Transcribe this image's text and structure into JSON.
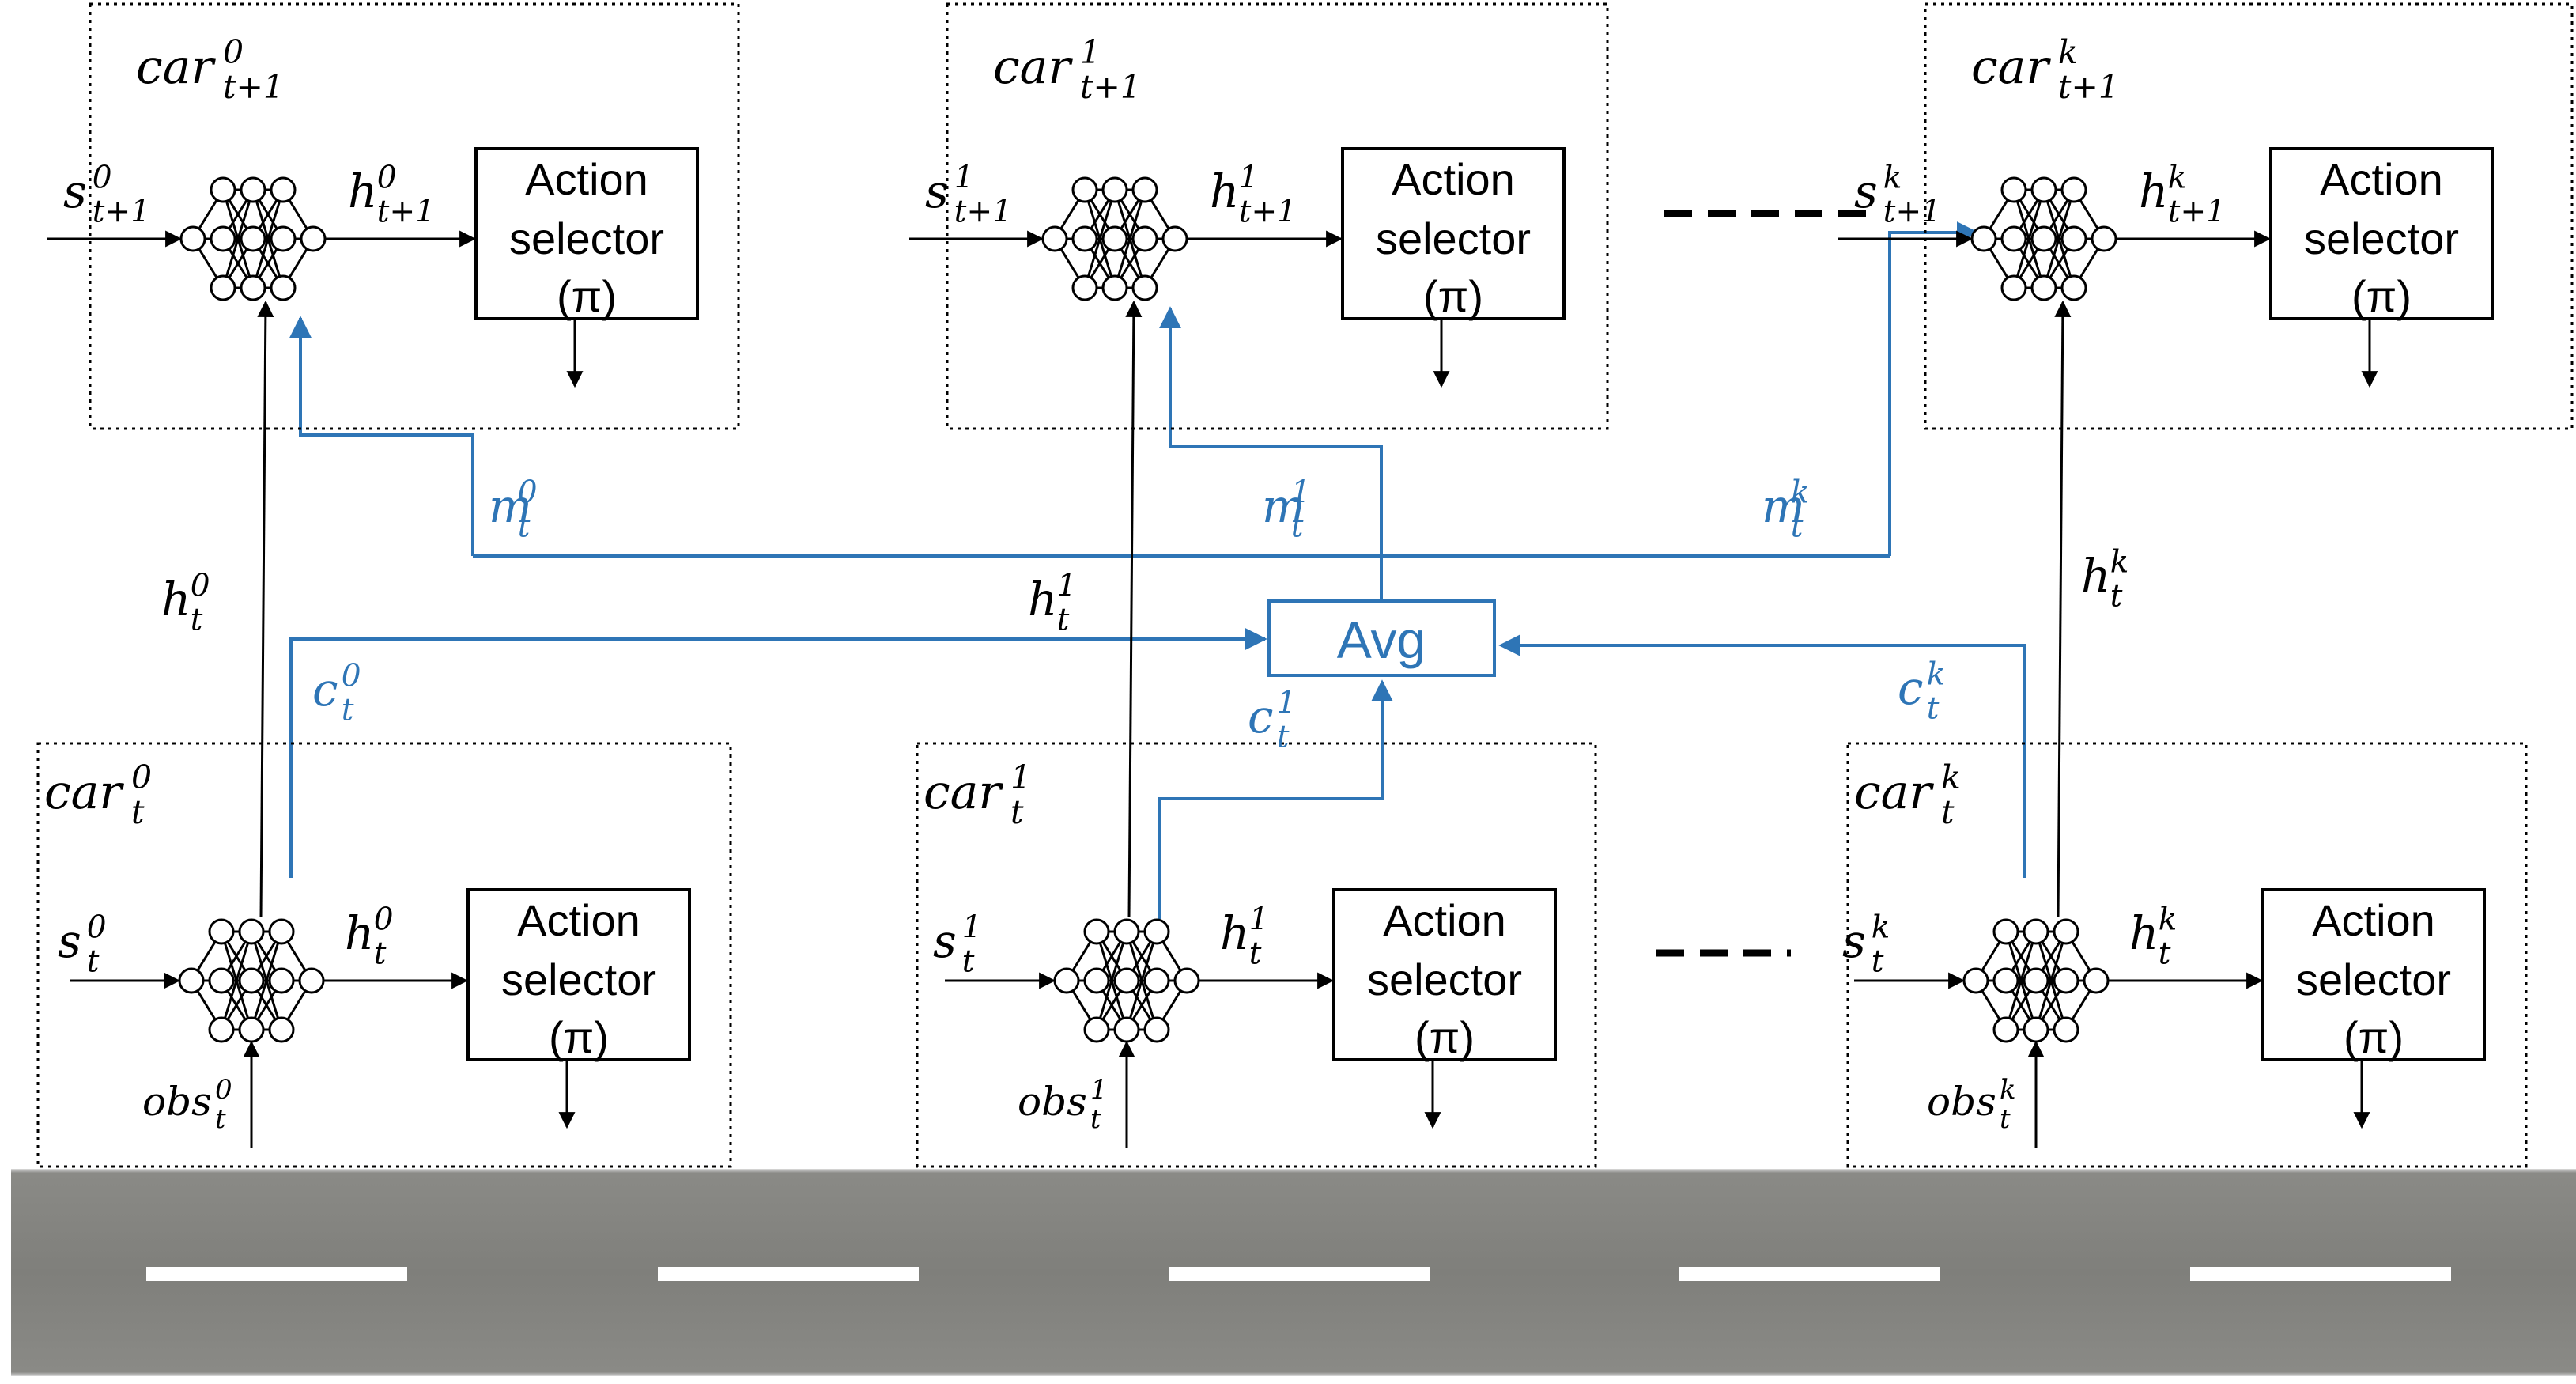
{
  "colors": {
    "black": "#000000",
    "comm_blue": "#2e75b6",
    "road": "#7f7f7b",
    "road_edge": "#d9d9d9",
    "lane_marking": "#ffffff"
  },
  "action_selector": {
    "line1": "Action",
    "line2": "selector",
    "line3": "(π)"
  },
  "avg_label": "Avg",
  "top_cars": [
    {
      "car": {
        "base": "car",
        "sup": "0",
        "sub": "t+1"
      },
      "state": {
        "base": "s",
        "sup": "0",
        "sub": "t+1"
      },
      "hidden": {
        "base": "h",
        "sup": "0",
        "sub": "t+1"
      }
    },
    {
      "car": {
        "base": "car",
        "sup": "1",
        "sub": "t+1"
      },
      "state": {
        "base": "s",
        "sup": "1",
        "sub": "t+1"
      },
      "hidden": {
        "base": "h",
        "sup": "1",
        "sub": "t+1"
      }
    },
    {
      "car": {
        "base": "car",
        "sup": "k",
        "sub": "t+1"
      },
      "state": {
        "base": "s",
        "sup": "k",
        "sub": "t+1"
      },
      "hidden": {
        "base": "h",
        "sup": "k",
        "sub": "t+1"
      }
    }
  ],
  "bottom_cars": [
    {
      "car": {
        "base": "car",
        "sup": "0",
        "sub": "t"
      },
      "state": {
        "base": "s",
        "sup": "0",
        "sub": "t"
      },
      "hidden": {
        "base": "h",
        "sup": "0",
        "sub": "t"
      },
      "obs": {
        "base": "obs",
        "sup": "0",
        "sub": "t"
      }
    },
    {
      "car": {
        "base": "car",
        "sup": "1",
        "sub": "t"
      },
      "state": {
        "base": "s",
        "sup": "1",
        "sub": "t"
      },
      "hidden": {
        "base": "h",
        "sup": "1",
        "sub": "t"
      },
      "obs": {
        "base": "obs",
        "sup": "1",
        "sub": "t"
      }
    },
    {
      "car": {
        "base": "car",
        "sup": "k",
        "sub": "t"
      },
      "state": {
        "base": "s",
        "sup": "k",
        "sub": "t"
      },
      "hidden": {
        "base": "h",
        "sup": "k",
        "sub": "t"
      },
      "obs": {
        "base": "obs",
        "sup": "k",
        "sub": "t"
      }
    }
  ],
  "messages": [
    {
      "base": "m",
      "sup": "0",
      "sub": "t"
    },
    {
      "base": "m",
      "sup": "1",
      "sub": "t"
    },
    {
      "base": "m",
      "sup": "k",
      "sub": "t"
    }
  ],
  "comms": [
    {
      "base": "c",
      "sup": "0",
      "sub": "t"
    },
    {
      "base": "c",
      "sup": "1",
      "sub": "t"
    },
    {
      "base": "c",
      "sup": "k",
      "sub": "t"
    }
  ],
  "hidden_links": [
    {
      "base": "h",
      "sup": "0",
      "sub": "t"
    },
    {
      "base": "h",
      "sup": "1",
      "sub": "t"
    },
    {
      "base": "h",
      "sup": "k",
      "sub": "t"
    }
  ]
}
